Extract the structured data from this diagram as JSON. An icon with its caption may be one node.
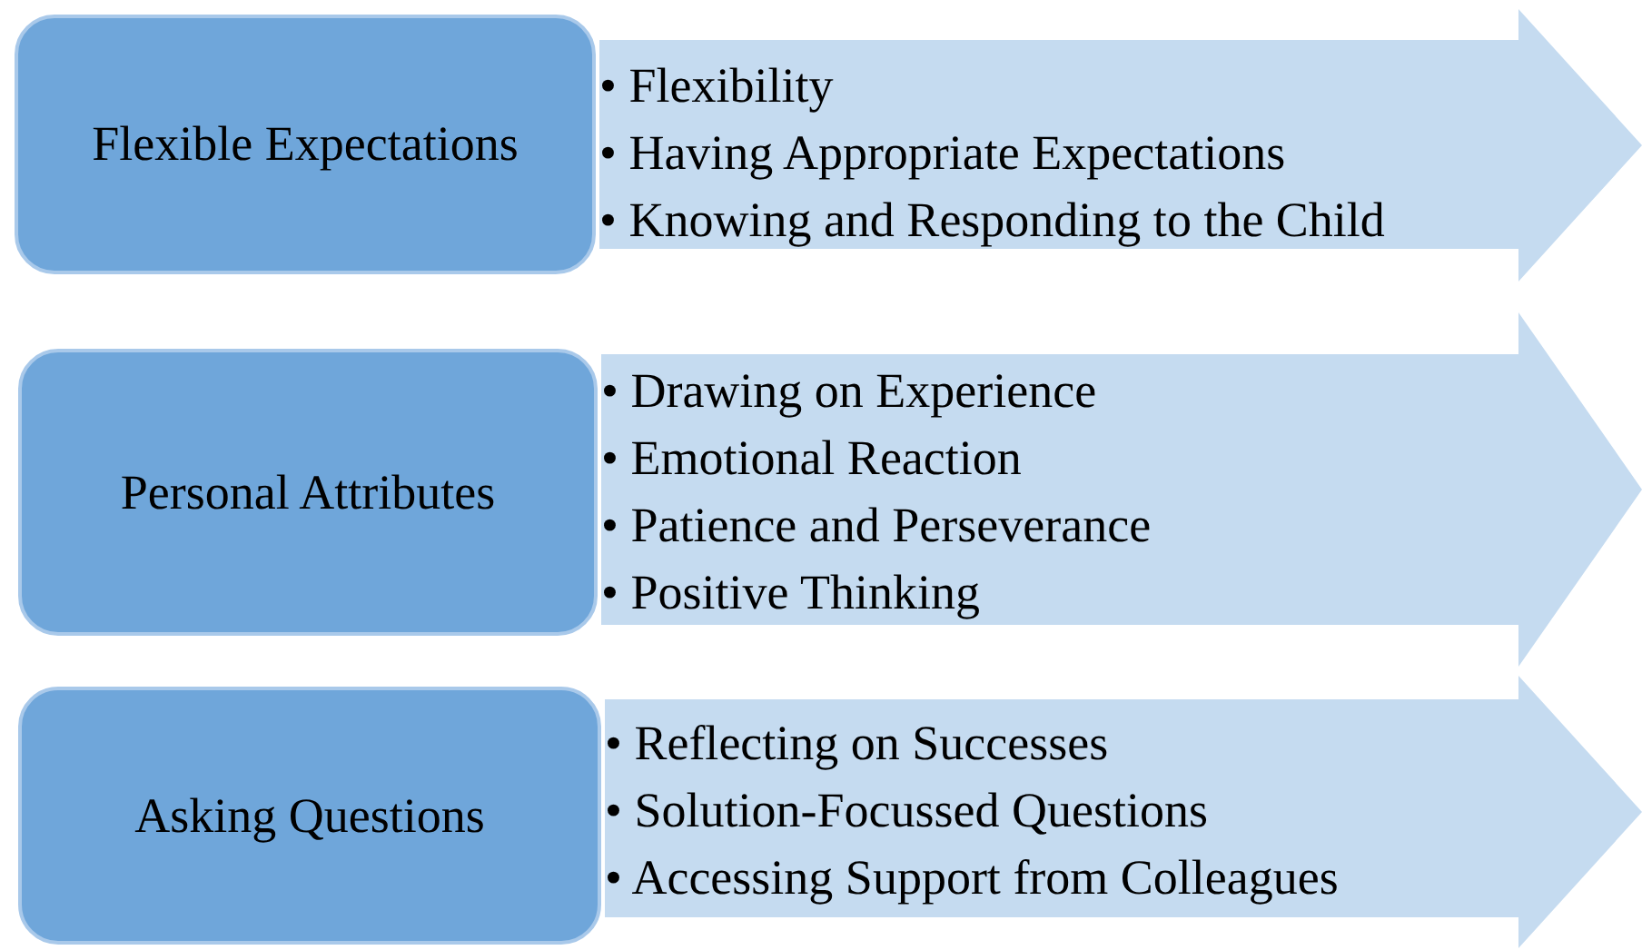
{
  "diagram": {
    "nodes": [
      {
        "text": [
          "Flexible Expectations"
        ]
      },
      {
        "text": [
          "• Flexibility",
          "• Having Appropriate Expectations",
          "• Knowing and Responding to the Child"
        ]
      },
      {
        "text": [
          "Personal Attributes"
        ]
      },
      {
        "text": [
          "• Drawing on Experience",
          "• Emotional Reaction",
          "• Patience and Perseverance",
          "• Positive Thinking"
        ]
      },
      {
        "text": [
          "Asking Questions"
        ]
      },
      {
        "text": [
          "• Reflecting on Successes",
          "• Solution-Focussed Questions",
          "• Accessing Support from Colleagues"
        ]
      }
    ]
  }
}
